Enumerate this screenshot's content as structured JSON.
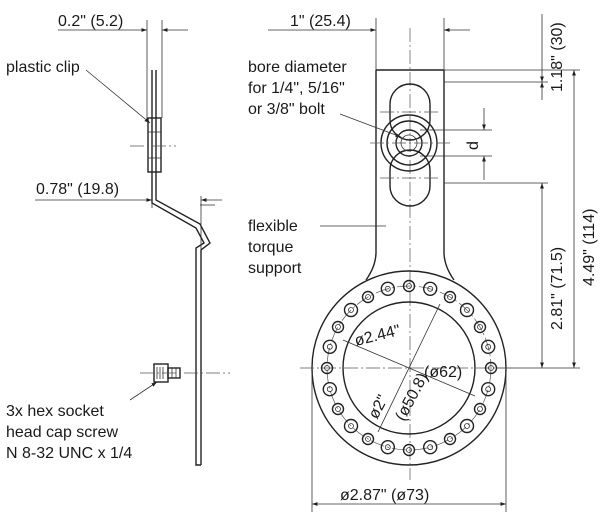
{
  "left_view": {
    "dim_clip_width": "0.2\" (5.2)",
    "label_plastic_clip": "plastic clip",
    "dim_offset": "0.78\" (19.8)",
    "label_screw": [
      "3x hex socket",
      "head cap screw",
      "N 8-32 UNC x 1/4"
    ]
  },
  "right_view": {
    "dim_arm_width": "1\" (25.4)",
    "dim_top": "1.18\" (30)",
    "dim_total": "4.49\" (114)",
    "dim_center": "2.81\" (71.5)",
    "dim_d": "d",
    "label_bore": [
      "bore diameter",
      "for 1/4\", 5/16\"",
      "or 3/8\" bolt"
    ],
    "label_support": [
      "flexible",
      "torque",
      "support"
    ],
    "dim_outer": "ø2.87\" (ø73)",
    "dim_bolt_circle_in": "ø2.44\"",
    "dim_bolt_circle_mm": "(ø62)",
    "dim_inner_in": "ø2\"",
    "dim_inner_mm": "(ø50.8)"
  }
}
